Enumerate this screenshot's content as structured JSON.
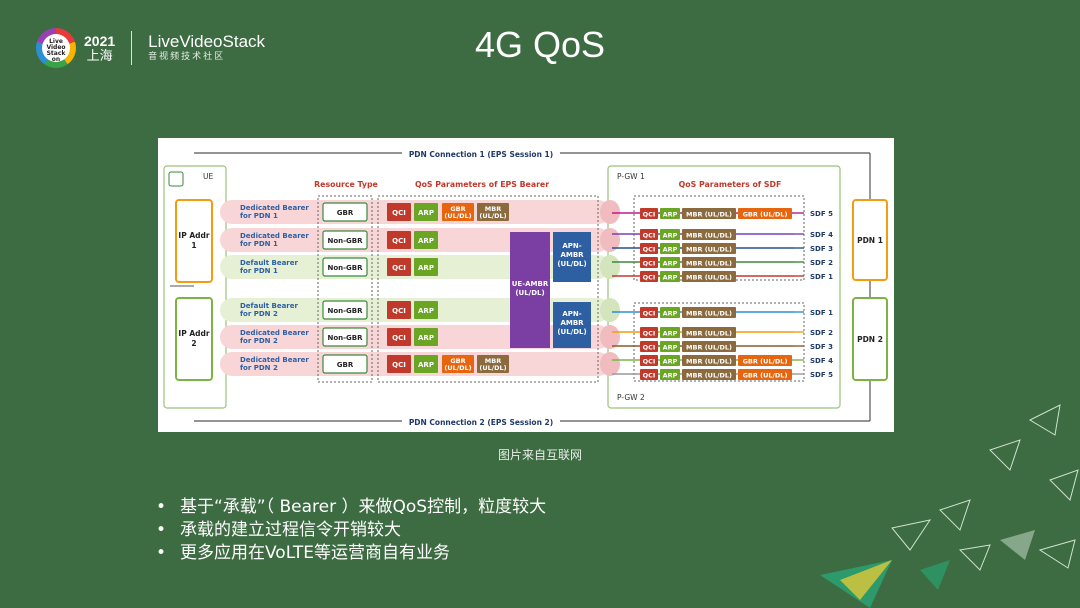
{
  "header": {
    "logo_text": "Live Video Stack on",
    "year": "2021",
    "city": "上海",
    "brand": "LiveVideoStack",
    "brand_sub": "音视频技术社区"
  },
  "title": "4G QoS",
  "diagram": {
    "pdn_conn_1": "PDN Connection 1 (EPS  Session 1)",
    "pdn_conn_2": "PDN Connection 2 (EPS Session 2)",
    "ue": "UE",
    "pgw1": "P-GW 1",
    "pgw2": "P-GW 2",
    "resource_type_header": "Resource Type",
    "eps_params_header": "QoS Parameters of EPS Bearer",
    "sdf_params_header": "QoS Parameters of SDF",
    "ip_addr_1": [
      "IP Addr",
      "1"
    ],
    "ip_addr_2": [
      "IP Addr",
      "2"
    ],
    "pdn_1": "PDN 1",
    "pdn_2": "PDN 2",
    "ue_ambr": [
      "UE-AMBR",
      "(UL/DL)"
    ],
    "apn_ambr": [
      "APN-",
      "AMBR",
      "(UL/DL)"
    ],
    "qci": "QCI",
    "arp": "ARP",
    "gbr": [
      "GBR",
      "(UL/DL)"
    ],
    "mbr": [
      "MBR",
      "(UL/DL)"
    ],
    "sdf_mbr": "MBR (UL/DL)",
    "sdf_gbr": "GBR (UL/DL)",
    "bearers": [
      {
        "name": [
          "Dedicated Bearer",
          "for PDN 1"
        ],
        "type": "GBR",
        "gbr": true
      },
      {
        "name": [
          "Dedicated Bearer",
          "for PDN 1"
        ],
        "type": "Non-GBR",
        "gbr": false
      },
      {
        "name": [
          "Default Bearer",
          "for PDN 1"
        ],
        "type": "Non-GBR",
        "gbr": false
      },
      {
        "name": [
          "Default Bearer",
          "for PDN 2"
        ],
        "type": "Non-GBR",
        "gbr": false
      },
      {
        "name": [
          "Dedicated Bearer",
          "for PDN 2"
        ],
        "type": "Non-GBR",
        "gbr": false
      },
      {
        "name": [
          "Dedicated Bearer",
          "for PDN 2"
        ],
        "type": "GBR",
        "gbr": true
      }
    ],
    "sdfs": [
      {
        "label": "SDF 5",
        "gbr": true,
        "color": "#c0198f"
      },
      {
        "label": "SDF 4",
        "gbr": false,
        "color": "#7b3fb5"
      },
      {
        "label": "SDF 3",
        "gbr": false,
        "color": "#2a4f8f"
      },
      {
        "label": "SDF 2",
        "gbr": false,
        "color": "#3a8a3a"
      },
      {
        "label": "SDF 1",
        "gbr": false,
        "color": "#c0392b"
      },
      {
        "label": "SDF 1",
        "gbr": false,
        "color": "#2a8fd4"
      },
      {
        "label": "SDF 2",
        "gbr": false,
        "color": "#f39c12"
      },
      {
        "label": "SDF 3",
        "gbr": false,
        "color": "#8b5a2b"
      },
      {
        "label": "SDF 4",
        "gbr": true,
        "color": "#7cb342"
      },
      {
        "label": "SDF 5",
        "gbr": true,
        "color": "#999999"
      }
    ],
    "colors": {
      "qci": "#c0392b",
      "arp": "#6aa524",
      "gbr": "#e8650f",
      "mbr": "#8b6a3e",
      "ambr_purple": "#7b3fa3",
      "ambr_blue": "#2e5fa3",
      "orange_box": "#f39c12",
      "green_box": "#7cb342"
    }
  },
  "caption": "图片来自互联网",
  "bullets": [
    "基于“承载”（ Bearer ）来做QoS控制，粒度较大",
    "承载的建立过程信令开销较大",
    "更多应用在VoLTE等运营商自有业务"
  ]
}
